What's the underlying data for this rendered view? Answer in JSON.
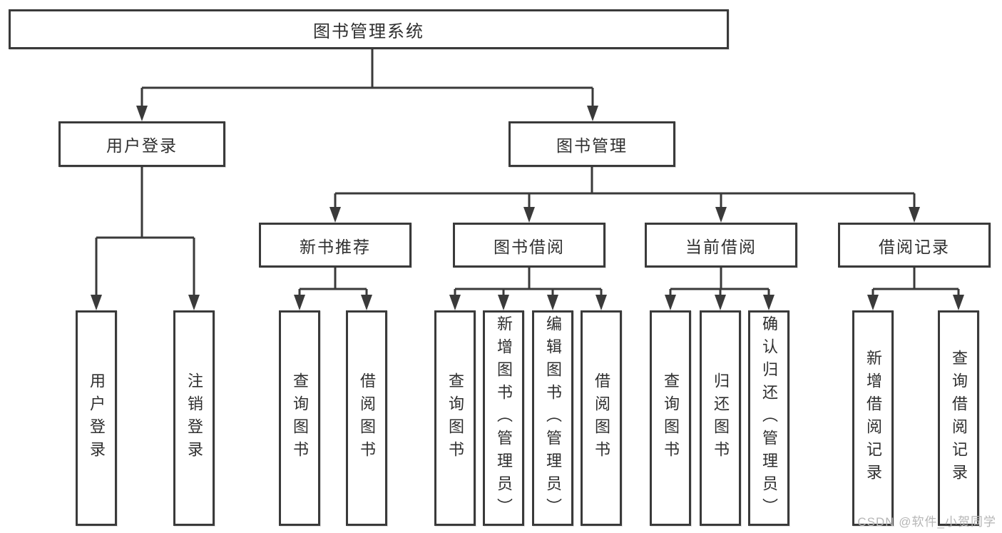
{
  "diagram": {
    "type": "hierarchy-tree",
    "colors": {
      "line": "#3a3a3a",
      "box_border": "#3a3a3a",
      "text": "#2f2f2f",
      "background": "#ffffff",
      "watermark": "#b6b6b6"
    },
    "nodes": {
      "root": "图书管理系统",
      "level2": [
        "用户登录",
        "图书管理"
      ],
      "level3": [
        "新书推荐",
        "图书借阅",
        "当前借阅",
        "借阅记录"
      ],
      "leaves": [
        "用户登录",
        "注销登录",
        "查询图书",
        "借阅图书",
        "查询图书",
        "新增图书（管理员）",
        "编辑图书（管理员）",
        "借阅图书",
        "查询图书",
        "归还图书",
        "确认归还（管理员）",
        "新增借阅记录",
        "查询借阅记录"
      ]
    },
    "edges": [
      [
        "图书管理系统",
        "用户登录"
      ],
      [
        "图书管理系统",
        "图书管理"
      ],
      [
        "用户登录",
        "用户登录(叶)"
      ],
      [
        "用户登录",
        "注销登录"
      ],
      [
        "图书管理",
        "新书推荐"
      ],
      [
        "图书管理",
        "图书借阅"
      ],
      [
        "图书管理",
        "当前借阅"
      ],
      [
        "图书管理",
        "借阅记录"
      ],
      [
        "新书推荐",
        "查询图书"
      ],
      [
        "新书推荐",
        "借阅图书"
      ],
      [
        "图书借阅",
        "查询图书"
      ],
      [
        "图书借阅",
        "新增图书（管理员）"
      ],
      [
        "图书借阅",
        "编辑图书（管理员）"
      ],
      [
        "图书借阅",
        "借阅图书"
      ],
      [
        "当前借阅",
        "查询图书"
      ],
      [
        "当前借阅",
        "归还图书"
      ],
      [
        "当前借阅",
        "确认归还（管理员）"
      ],
      [
        "借阅记录",
        "新增借阅记录"
      ],
      [
        "借阅记录",
        "查询借阅记录"
      ]
    ],
    "watermark": "CSDN @软件_小贺同学"
  }
}
